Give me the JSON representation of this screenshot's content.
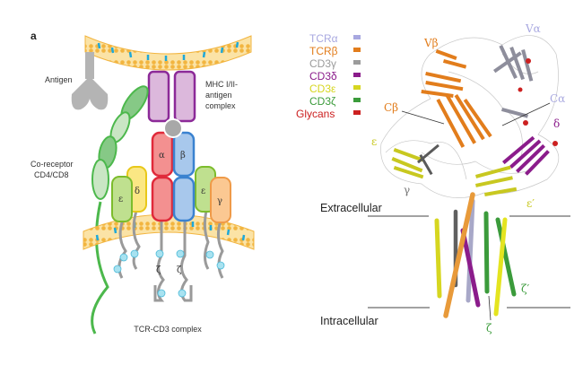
{
  "panel_a": {
    "panel_letter": "a",
    "antigen_label": "Antigen",
    "mhc_label_lines": [
      "MHC I/II-",
      "antigen",
      "complex"
    ],
    "coreceptor_label_lines": [
      "Co-receptor",
      "CD4/CD8"
    ],
    "chain_labels": {
      "alpha": "α",
      "beta": "β",
      "epsilon_left": "ε",
      "delta": "δ",
      "epsilon_right": "ε",
      "gamma": "γ",
      "zeta_left": "ζ",
      "zeta_right": "ζ"
    },
    "complex_label": "TCR-CD3 complex"
  },
  "panel_b": {
    "legend": [
      {
        "label": "TCRα",
        "color": "#a8a8e0"
      },
      {
        "label": "TCRβ",
        "color": "#e27d1c"
      },
      {
        "label": "CD3γ",
        "color": "#9b9b9b"
      },
      {
        "label": "CD3δ",
        "color": "#8b1c8b"
      },
      {
        "label": "CD3ε",
        "color": "#d6d620"
      },
      {
        "label": "CD3ζ",
        "color": "#3b9b3b"
      },
      {
        "label": "Glycans",
        "color": "#cc2020"
      }
    ],
    "structure_labels": {
      "v_beta": "Vβ",
      "v_alpha": "Vα",
      "c_alpha": "Cα",
      "c_beta": "Cβ",
      "delta": "δ",
      "epsilon": "ε",
      "gamma": "γ",
      "epsilon_prime": "ε′",
      "zeta_prime": "ζ′",
      "zeta": "ζ"
    },
    "extracellular_label": "Extracellular",
    "intracellular_label": "Intracellular"
  }
}
